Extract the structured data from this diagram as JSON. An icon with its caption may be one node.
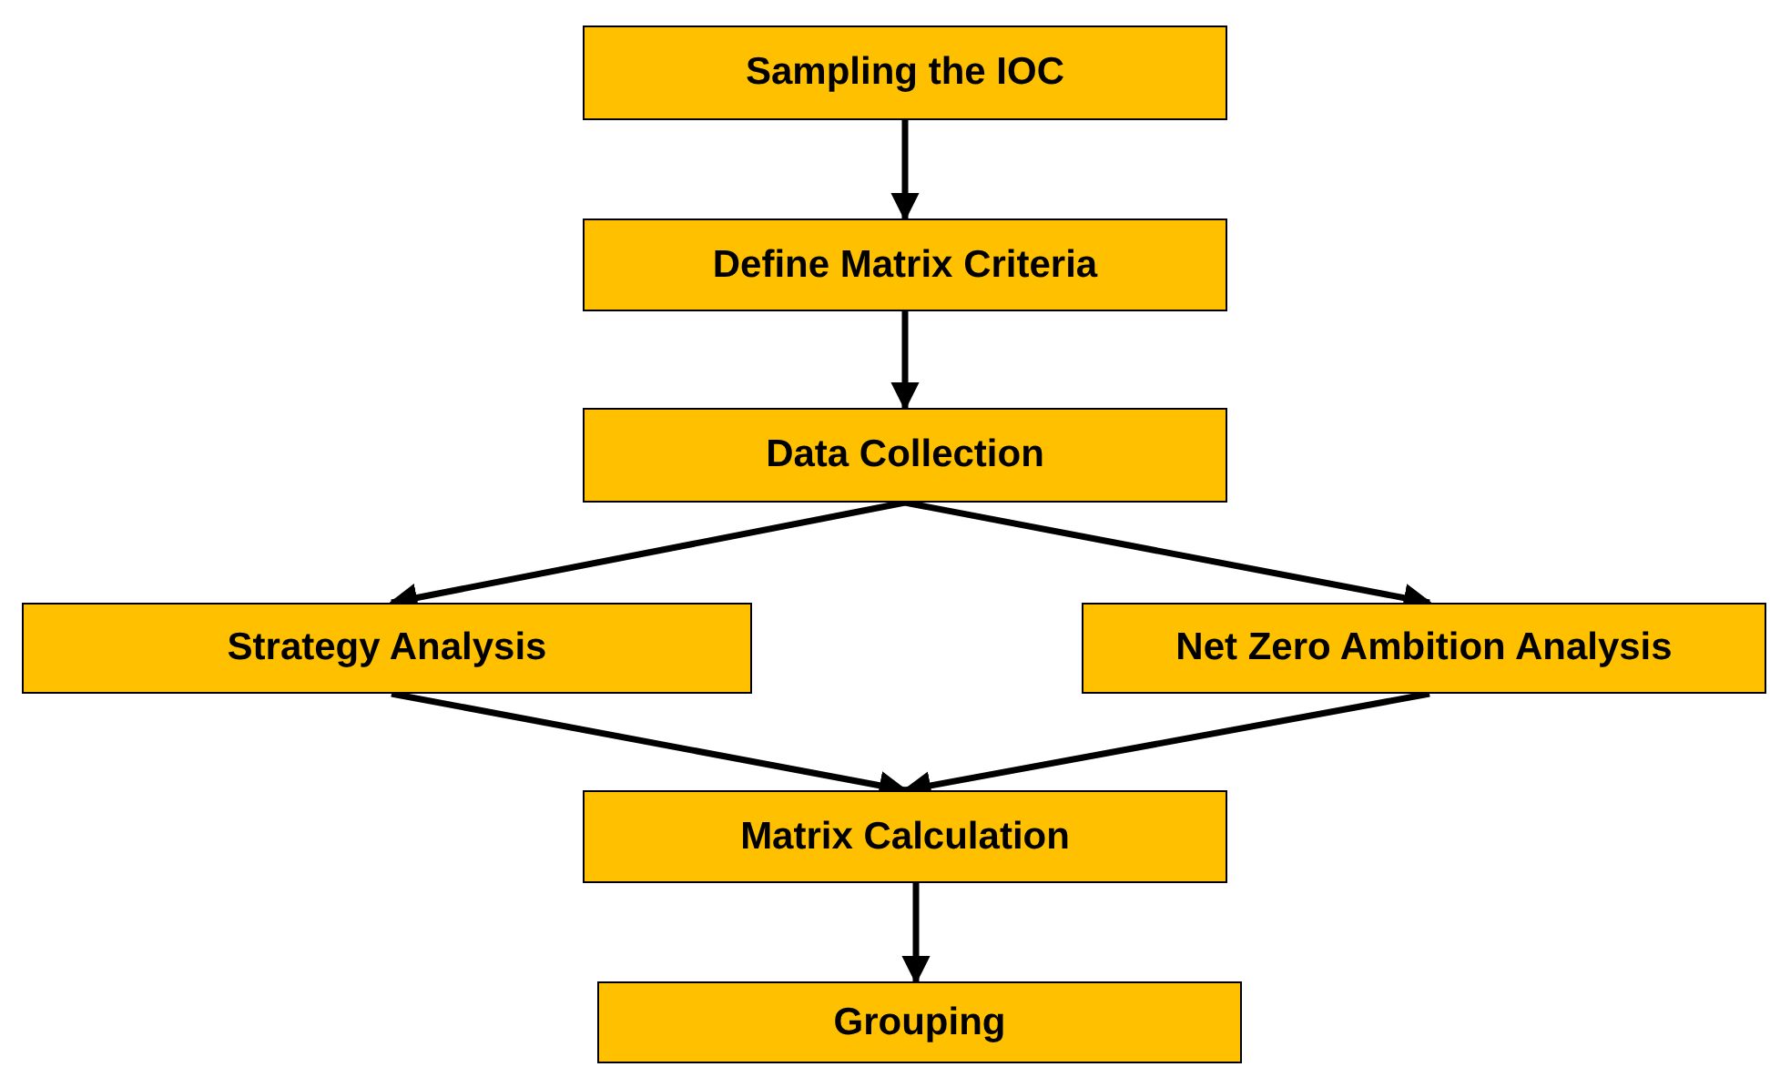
{
  "diagram": {
    "nodes": [
      {
        "text": [
          "Sampling the IOC"
        ]
      },
      {
        "text": [
          "Define Matrix Criteria"
        ]
      },
      {
        "text": [
          "Data Collection"
        ]
      },
      {
        "text": [
          "Strategy Analysis"
        ]
      },
      {
        "text": [
          "Net Zero Ambition Analysis"
        ]
      },
      {
        "text": [
          "Matrix Calculation"
        ]
      },
      {
        "text": [
          "Grouping"
        ]
      }
    ],
    "edges": [
      {
        "from": 0,
        "to": 1,
        "arrow": "to"
      },
      {
        "from": 1,
        "to": 2,
        "arrow": "to"
      },
      {
        "from": 2,
        "to": 3,
        "arrow": "to"
      },
      {
        "from": 2,
        "to": 4,
        "arrow": "to"
      },
      {
        "from": 3,
        "to": 5,
        "arrow": "to"
      },
      {
        "from": 4,
        "to": 5,
        "arrow": "to"
      },
      {
        "from": 5,
        "to": 6,
        "arrow": "to"
      }
    ]
  }
}
